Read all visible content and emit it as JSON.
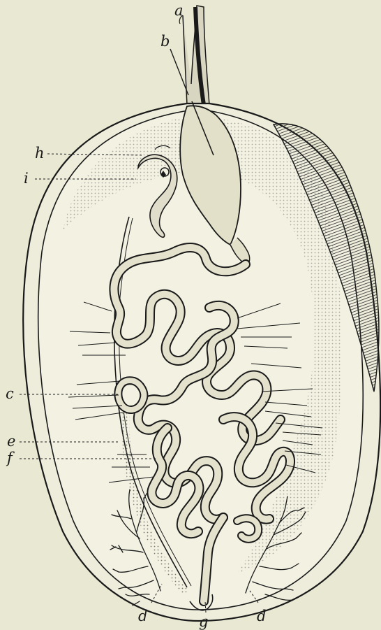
{
  "figure": {
    "labels": {
      "a": "a",
      "b": "b",
      "h": "h",
      "i": "i",
      "c": "c",
      "e": "e",
      "f": "f",
      "d_left": "d",
      "g": "g",
      "d_right": "d"
    }
  }
}
